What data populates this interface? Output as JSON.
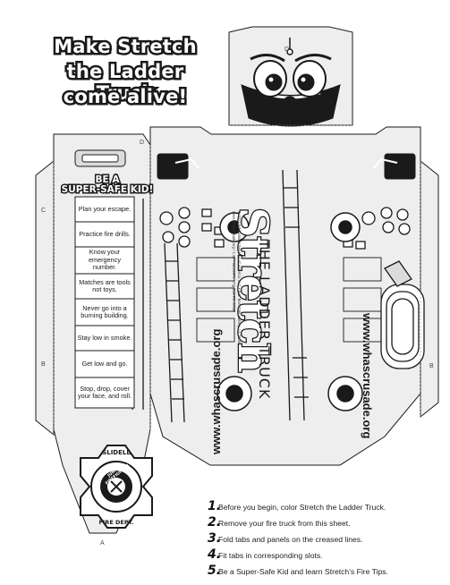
{
  "header": {
    "title_lines": [
      "Make Stretch",
      "the Ladder Truck",
      "come alive!"
    ]
  },
  "panel_left": {
    "banner_lines": [
      "BE A",
      "SUPER-SAFE KID!"
    ],
    "fire_tips": [
      "Plan your escape.",
      "Practice fire drills.",
      "Know your emergency number.",
      "Matches are tools not toys.",
      "Never go into a burning building.",
      "Stay low in smoke.",
      "Get low and go.",
      "Stop, drop, cover your face, and roll."
    ]
  },
  "badge": {
    "top_text": "SLIDELL",
    "ring_text": "JUNIOR FIREFIGHTER",
    "bottom_text": "FIRE DEPT."
  },
  "truck": {
    "logo_word": "Stretch",
    "subtitle": "THE LADDER TRUCK",
    "website": "www.whascrusade.org",
    "copyright": "© 2013 Educational Services of America, LLC • P.O. Box 1099 Harvey, LA 70059",
    "copyright_2": "www.whascrusade.org • 1-877-324-0974 • Fig-019-FD-STOP"
  },
  "fold_letters": {
    "top_tab": "D",
    "left_panel_top": "D",
    "side_c": "C",
    "side_b_left": "B",
    "side_b_right": "B",
    "bottom_a": "A"
  },
  "instructions": {
    "steps": [
      {
        "num": "1.",
        "text": "Before you begin, color Stretch the Ladder Truck."
      },
      {
        "num": "2.",
        "text": "Remove your fire truck from this sheet."
      },
      {
        "num": "3.",
        "text": "Fold tabs and panels on the creased lines."
      },
      {
        "num": "4.",
        "text": "Fit tabs in corresponding slots."
      },
      {
        "num": "5.",
        "text": "Be a Super-Safe Kid and learn Stretch’s Fire Tips."
      }
    ]
  },
  "colors": {
    "outline": "#1a1a1a",
    "panel_fill": "#eeeeee",
    "shadow": "#cfcfcf"
  }
}
